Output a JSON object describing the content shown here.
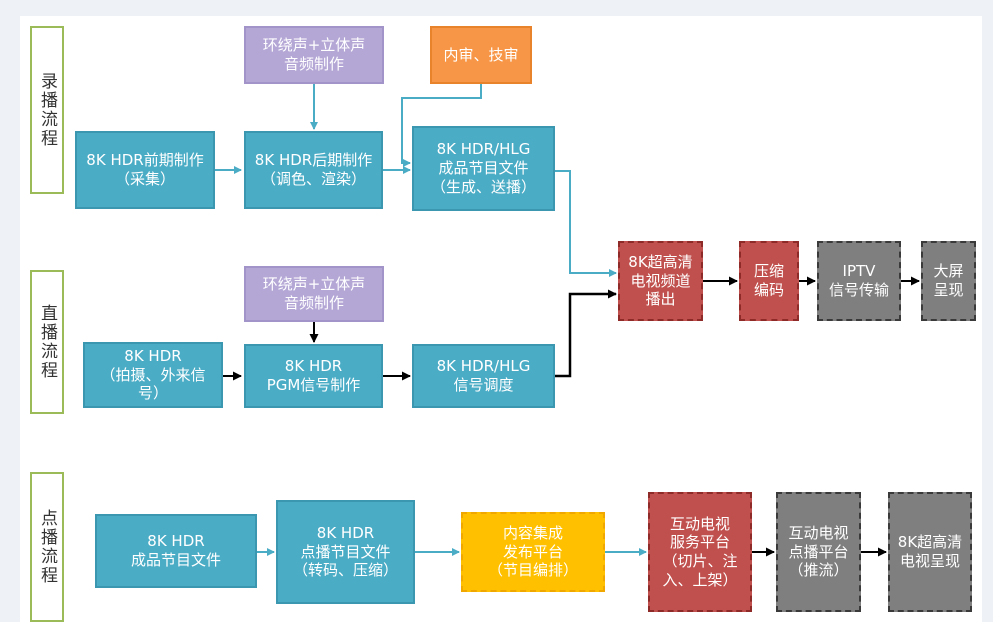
{
  "sections": {
    "record": "录播流程",
    "live": "直播流程",
    "vod": "点播流程"
  },
  "record": {
    "surround": "环绕声+立体声\n音频制作",
    "review": "内审、技审",
    "pre": "8K HDR前期制作\n（采集）",
    "post": "8K HDR后期制作\n（调色、渲染）",
    "finished": "8K HDR/HLG\n成品节目文件\n（生成、送播）"
  },
  "live": {
    "surround": "环绕声+立体声\n音频制作",
    "capture": "8K HDR\n（拍摄、外来信\n号）",
    "pgm": "8K HDR\nPGM信号制作",
    "dispatch": "8K HDR/HLG\n信号调度"
  },
  "common": {
    "channel": "8K超高清\n电视频道\n播出",
    "encode": "压缩\n编码",
    "iptv": "IPTV\n信号传输",
    "screen": "大屏\n呈现"
  },
  "vod": {
    "finished": "8K HDR\n成品节目文件",
    "vodfile": "8K HDR\n点播节目文件\n（转码、压缩）",
    "publish": "内容集成\n发布平台\n（节目编排）",
    "interactive": "互动电视\n服务平台\n（切片、注\n入、上架）",
    "vodplatform": "互动电视\n点播平台\n（推流）",
    "present": "8K超高清\n电视呈现"
  },
  "colors": {
    "blue": "#4bacc6",
    "purple": "#b4a7d6",
    "orange": "#f79646",
    "red": "#c0504d",
    "gray": "#7f7f7f",
    "yellow": "#ffc000",
    "green_border": "#9bbb59"
  }
}
